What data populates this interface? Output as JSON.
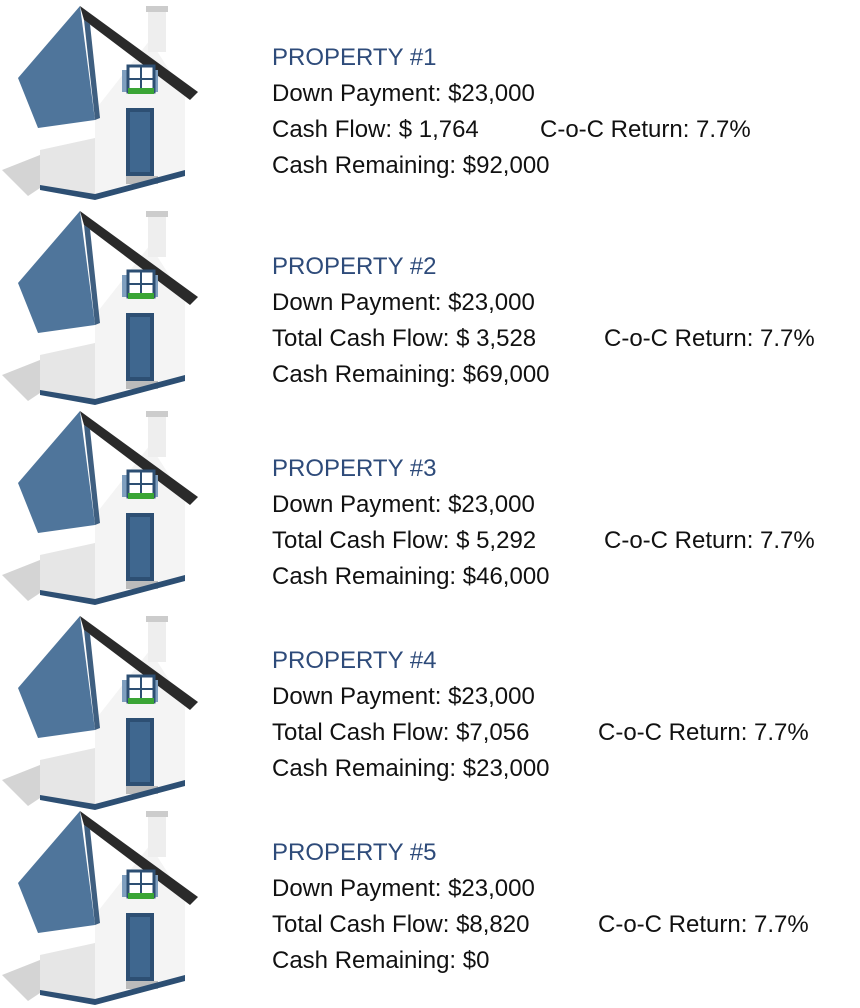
{
  "properties": [
    {
      "title": "PROPERTY #1",
      "down_payment": "Down Payment: $23,000",
      "cash_flow": "Cash Flow: $ 1,764",
      "coc_return": "C-o-C Return: 7.7%",
      "cash_remaining": "Cash Remaining: $92,000",
      "icon": "house-icon"
    },
    {
      "title": "PROPERTY #2",
      "down_payment": "Down Payment: $23,000",
      "cash_flow": "Total Cash Flow: $ 3,528",
      "coc_return": "C-o-C Return: 7.7%",
      "cash_remaining": "Cash Remaining: $69,000",
      "icon": "house-icon"
    },
    {
      "title": "PROPERTY #3",
      "down_payment": "Down Payment: $23,000",
      "cash_flow": "Total Cash Flow: $ 5,292",
      "coc_return": "C-o-C Return: 7.7%",
      "cash_remaining": "Cash Remaining: $46,000",
      "icon": "house-icon"
    },
    {
      "title": "PROPERTY #4",
      "down_payment": "Down Payment: $23,000",
      "cash_flow": "Total Cash Flow: $7,056",
      "coc_return": "C-o-C Return: 7.7%",
      "cash_remaining": "Cash Remaining: $23,000",
      "icon": "house-icon"
    },
    {
      "title": "PROPERTY #5",
      "down_payment": "Down Payment: $23,000",
      "cash_flow": "Total Cash Flow: $8,820",
      "coc_return": "C-o-C Return: 7.7%",
      "cash_remaining": "Cash Remaining: $0",
      "icon": "house-icon"
    }
  ],
  "colors": {
    "title": "#2e4b7a",
    "roof": "#4d7399",
    "wall": "#f2f2f2",
    "trim": "#2d4f73",
    "door": "#3a5f86",
    "window_green": "#3aa535"
  }
}
